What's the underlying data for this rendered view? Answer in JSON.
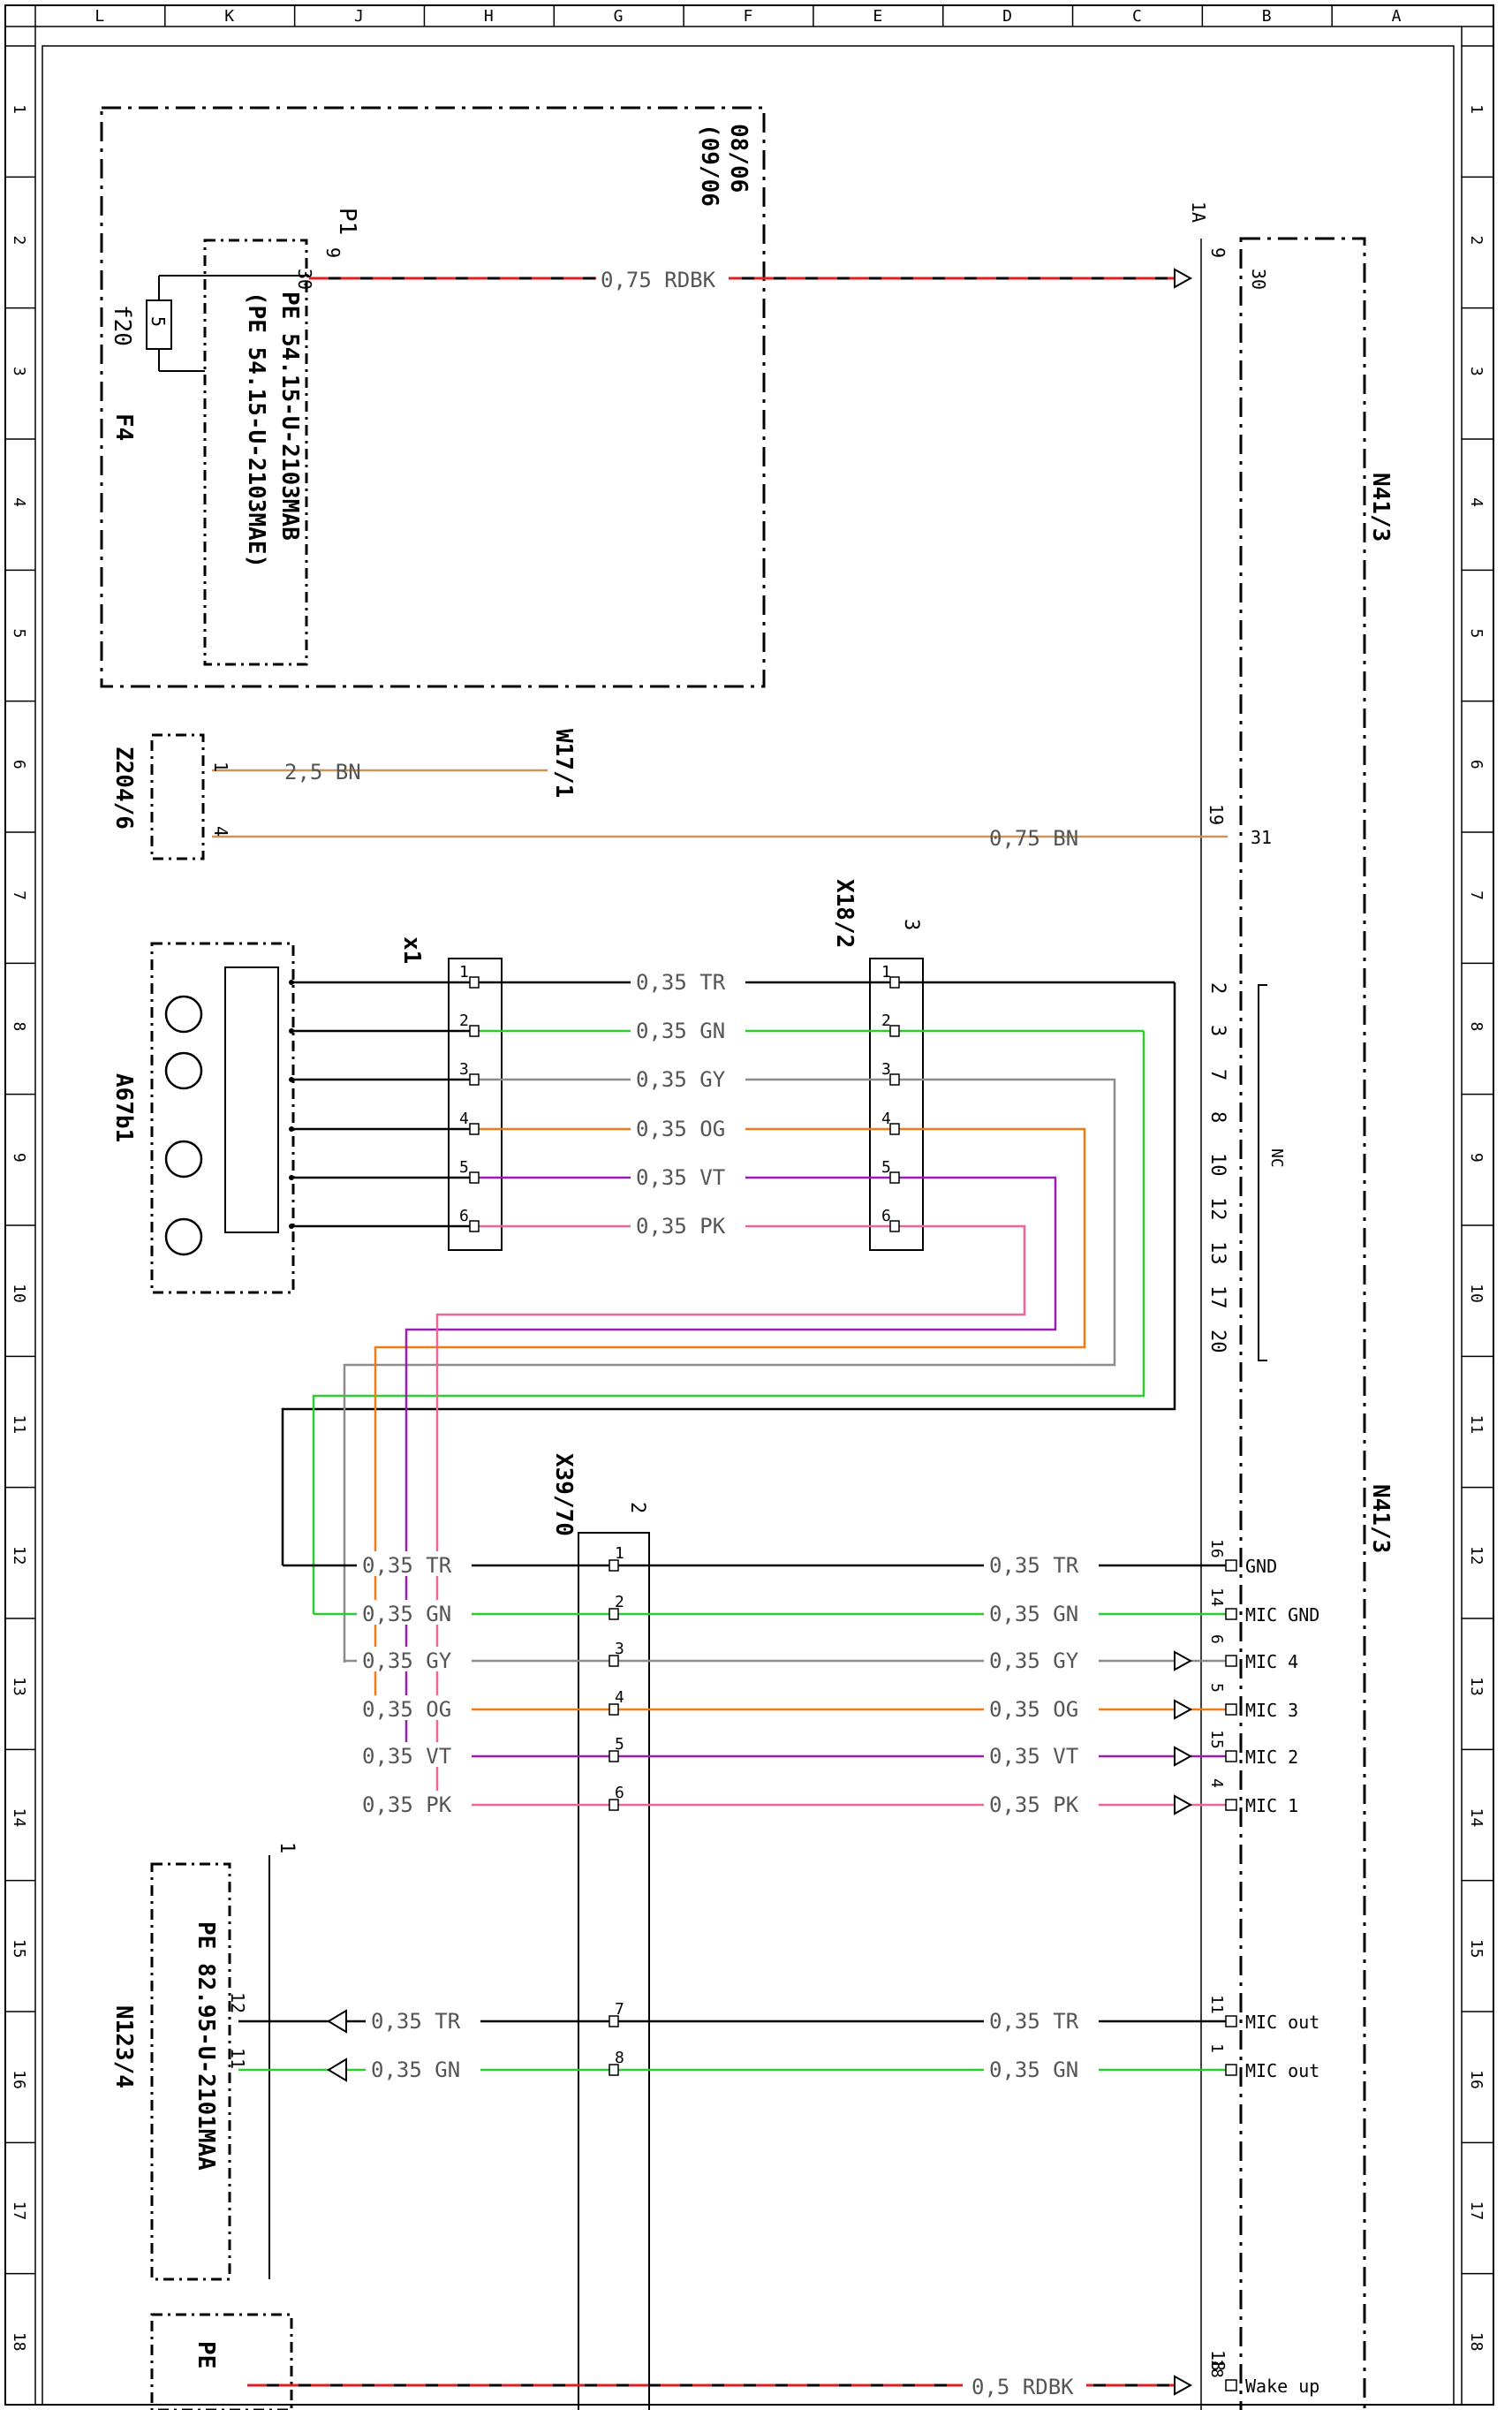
{
  "frame": {
    "columns": [
      "L",
      "K",
      "J",
      "H",
      "G",
      "F",
      "E",
      "D",
      "C",
      "B",
      "A"
    ],
    "rows": [
      "1",
      "2",
      "3",
      "4",
      "5",
      "6",
      "7",
      "8",
      "9",
      "10",
      "11",
      "12",
      "13",
      "14",
      "15",
      "16",
      "17",
      "18"
    ]
  },
  "colors": {
    "TR": "#000000",
    "GN": "#2ecc2e",
    "GY": "#8c8c8c",
    "OG": "#f07a14",
    "VT": "#9b1cb4",
    "PK": "#ee6699",
    "BN": "#c8955a",
    "RD": "#e02020",
    "BK": "#000000"
  },
  "labels": {
    "ref_top": "08/06",
    "ref_bottom": "(09/06",
    "p1": "P1",
    "f20": "f20",
    "fuse_value": "5",
    "f4": "F4",
    "pe1": "PE 54.15-U-2103MAB",
    "pe2": "(PE 54.15-U-2103MAE)",
    "pin_1a": "1A",
    "pin_9a": "9",
    "pin_9b": "9",
    "pin_30a": "30",
    "pin_30b": "30",
    "z204": "Z204/6",
    "w17": "W17/1",
    "pin_z1": "1",
    "pin_z4": "4",
    "pin_19": "19",
    "pin_31": "31",
    "x1": "x1",
    "x18": "X18/2",
    "x18_num": "3",
    "a67": "A67b1",
    "nc": "NC",
    "nc_pins": [
      "2",
      "3",
      "7",
      "8",
      "10",
      "12",
      "13",
      "17",
      "20"
    ],
    "n41_top": "N41/3",
    "n41_bottom": "N41/3",
    "x39": "X39/70",
    "x39_num": "2",
    "n123": "N123/4",
    "pe3": "PE 82.95-U-2101MAA",
    "n123_num": "1",
    "pin_12": "12",
    "pin_11": "11",
    "pin_18": "18",
    "pe_bottom": "PE"
  },
  "wires": {
    "rdbk_top": "0,75 RDBK",
    "bn_25": "2,5 BN",
    "bn_075": "0,75 BN",
    "rdbk_bottom": "0,5 RDBK",
    "group1": [
      {
        "pin": "1",
        "label": "0,35 TR",
        "color": "TR"
      },
      {
        "pin": "2",
        "label": "0,35 GN",
        "color": "GN"
      },
      {
        "pin": "3",
        "label": "0,35 GY",
        "color": "GY"
      },
      {
        "pin": "4",
        "label": "0,35 OG",
        "color": "OG"
      },
      {
        "pin": "5",
        "label": "0,35 VT",
        "color": "VT"
      },
      {
        "pin": "6",
        "label": "0,35 PK",
        "color": "PK"
      }
    ],
    "group2_left": [
      "0,35 TR",
      "0,35 GN",
      "0,35 GY",
      "0,35 OG",
      "0,35 VT",
      "0,35 PK"
    ],
    "group2_right": [
      "0,35 TR",
      "0,35 GN",
      "0,35 GY",
      "0,35 OG",
      "0,35 VT",
      "0,35 PK"
    ],
    "group3_left": [
      "0,35 TR",
      "0,35 GN"
    ],
    "group3_right": [
      "0,35 TR",
      "0,35 GN"
    ]
  },
  "n41_pins": [
    {
      "num": "16",
      "name": "GND"
    },
    {
      "num": "14",
      "name": "MIC GND"
    },
    {
      "num": "6",
      "name": "MIC 4"
    },
    {
      "num": "5",
      "name": "MIC 3"
    },
    {
      "num": "15",
      "name": "MIC 2"
    },
    {
      "num": "4",
      "name": "MIC 1"
    },
    {
      "num": "11",
      "name": "MIC out"
    },
    {
      "num": "1",
      "name": "MIC out"
    },
    {
      "num": "18",
      "name": "Wake up"
    }
  ],
  "x39_pins": [
    "1",
    "2",
    "3",
    "4",
    "5",
    "6",
    "7",
    "8"
  ]
}
